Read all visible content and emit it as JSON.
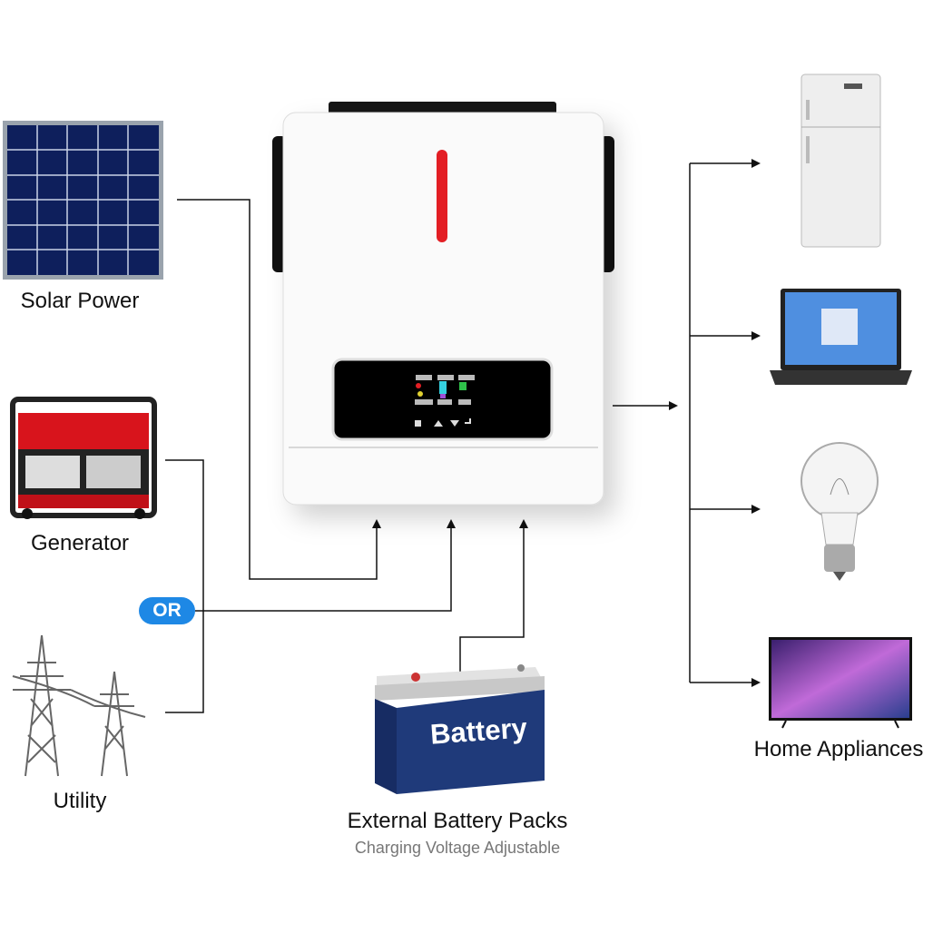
{
  "sources": {
    "solar": {
      "label": "Solar Power"
    },
    "generator": {
      "label": "Generator"
    },
    "or_badge": "OR",
    "utility": {
      "label": "Utility"
    }
  },
  "battery": {
    "case_text": "Battery",
    "label": "External Battery Packs",
    "sublabel": "Charging Voltage Adjustable"
  },
  "outputs": {
    "label": "Home Appliances",
    "items": [
      "refrigerator",
      "laptop",
      "light-bulb",
      "television"
    ]
  },
  "colors": {
    "accent": "#1e88e5",
    "inverter_red": "#e31e24",
    "battery_blue": "#1f3a7a",
    "line": "#111111"
  }
}
